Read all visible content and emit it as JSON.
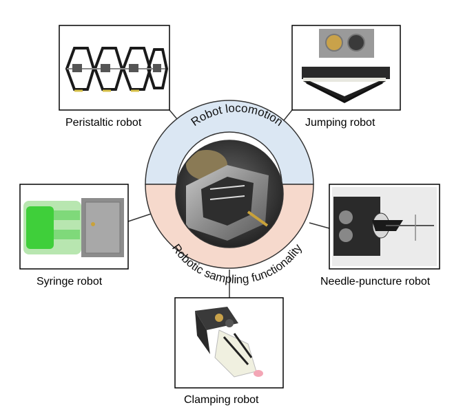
{
  "center": {
    "top_label": "Robot locomotion",
    "bottom_label": "Robotic sampling functionality",
    "top_color": "#dbe7f3",
    "bottom_color": "#f6d9cc"
  },
  "panels": {
    "peristaltic": {
      "caption": "Peristaltic robot"
    },
    "jumping": {
      "caption": "Jumping robot"
    },
    "syringe": {
      "caption": "Syringe robot"
    },
    "needle": {
      "caption": "Needle-puncture robot"
    },
    "clamping": {
      "caption": "Clamping robot"
    }
  }
}
